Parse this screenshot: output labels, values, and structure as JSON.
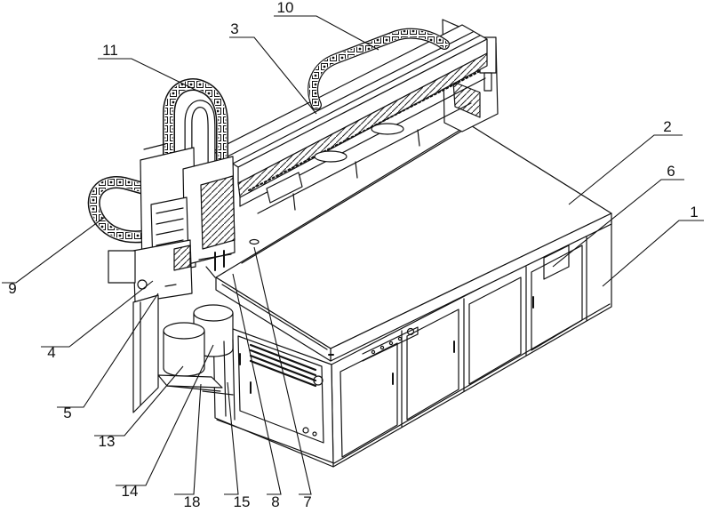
{
  "figure": {
    "part_labels": {
      "p1": "1",
      "p2": "2",
      "p3": "3",
      "p4": "4",
      "p5": "5",
      "p6": "6",
      "p7": "7",
      "p8": "8",
      "p9": "9",
      "p10": "10",
      "p11": "11",
      "p13": "13",
      "p14": "14",
      "p15": "15",
      "p18": "18"
    },
    "colors": {
      "line": "#111111",
      "background": "#ffffff",
      "hatch": "#333333"
    }
  }
}
